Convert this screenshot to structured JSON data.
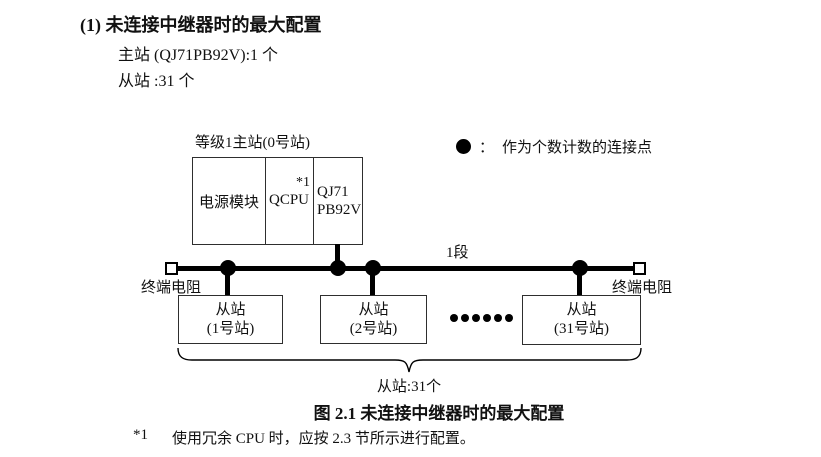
{
  "header": {
    "title": "(1) 未连接中继器时的最大配置",
    "master_line": "主站 (QJ71PB92V):1 个",
    "slave_line": "从站 :31 个"
  },
  "diagram": {
    "master_station_label": "等级1主站(0号站)",
    "modules": {
      "power": "电源模块",
      "cpu": "QCPU",
      "cpu_note": "*1",
      "network_line1": "QJ71",
      "network_line2": "PB92V"
    },
    "legend": {
      "separator": "：",
      "text": "作为个数计数的连接点"
    },
    "segment_label": "1段",
    "terminator_left_label": "终端电阻",
    "terminator_right_label": "终端电阻",
    "slaves": [
      {
        "name": "从站",
        "station": "(1号站)"
      },
      {
        "name": "从站",
        "station": "(2号站)"
      },
      {
        "name": "从站",
        "station": "(31号站)"
      }
    ],
    "brace_label": "从站:31个"
  },
  "caption": "图 2.1 未连接中继器时的最大配置",
  "footnote": {
    "marker": "*1",
    "text": "使用冗余 CPU 时，应按 2.3 节所示进行配置。"
  },
  "colors": {
    "text": "#111111",
    "line": "#000000",
    "border": "#2e2e2e",
    "background": "#ffffff"
  }
}
